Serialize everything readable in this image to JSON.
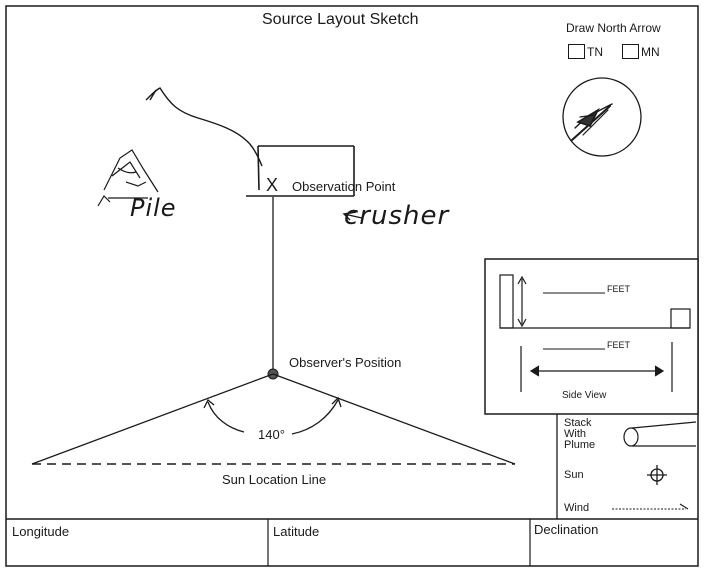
{
  "form": {
    "title": "Source Layout Sketch",
    "north_arrow": {
      "title": "Draw North Arrow",
      "options": [
        "TN",
        "MN"
      ]
    },
    "sketch": {
      "observation_point_label": "Observation Point",
      "observation_point_mark": "X",
      "observer_position_label": "Observer's Position",
      "angle_label": "140°",
      "sun_location_label": "Sun Location Line"
    },
    "side_view": {
      "feet_label_1": "FEET",
      "feet_label_2": "FEET",
      "caption": "Side View"
    },
    "legend": {
      "stack_label": "Stack\nWith\nPlume",
      "sun_label": "Sun",
      "wind_label": "Wind"
    },
    "footer": {
      "longitude": "Longitude",
      "latitude": "Latitude",
      "declination": "Declination"
    },
    "handwriting": {
      "pile": "Pile",
      "crusher": "crusher"
    }
  }
}
